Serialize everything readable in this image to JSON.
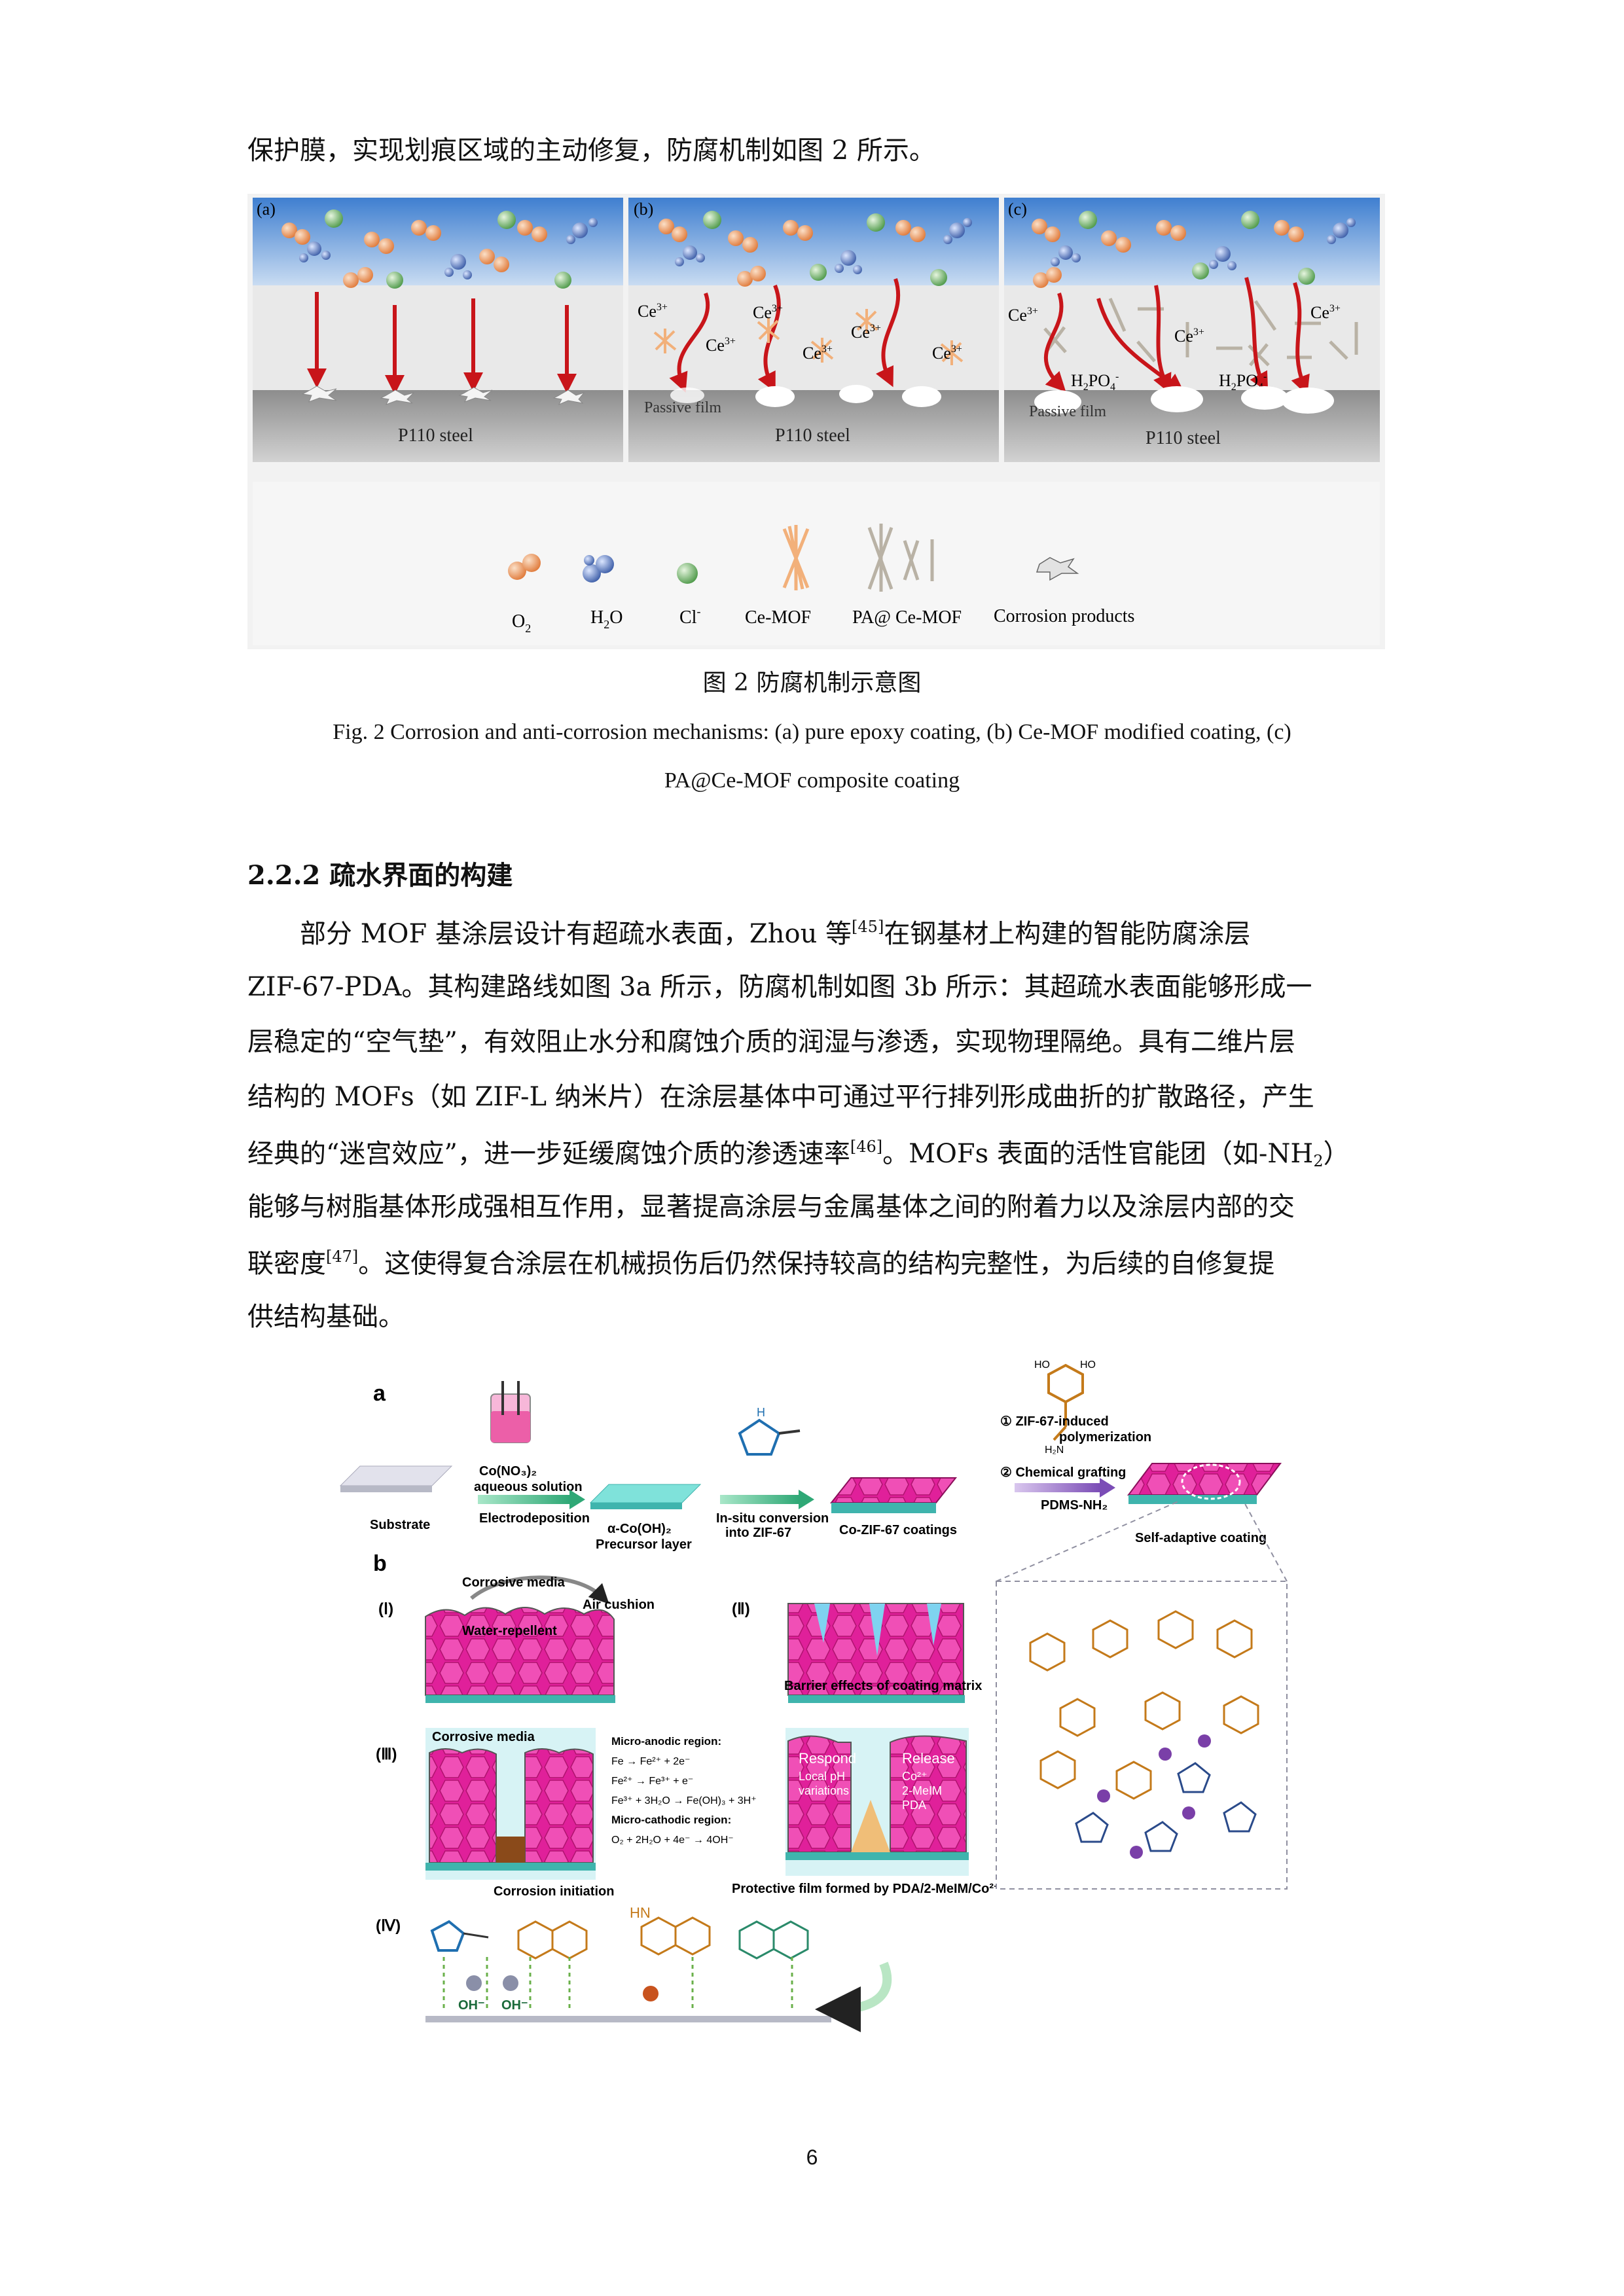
{
  "para_top": {
    "line1": "保护膜，实现划痕区域的主动修复，防腐机制如图 2 所示。"
  },
  "fig2": {
    "panel_a_label": "(a)",
    "panel_b_label": "(b)",
    "panel_c_label": "(c)",
    "steel_label": "P110 steel",
    "passive_film": "Passive film",
    "ce3": "Ce",
    "ce3_sup": "3+",
    "h2po4": "H",
    "h2po4_sub1": "2",
    "h2po4_mid": "PO",
    "h2po4_sub2": "4",
    "h2po4_sup": "-",
    "legend": {
      "o2": "O",
      "o2_sub": "2",
      "h2o": "H",
      "h2o_sub": "2",
      "h2o_tail": "O",
      "cl": "Cl",
      "cl_sup": "-",
      "cemof": "Ce-MOF",
      "pacemof": "PA@ Ce-MOF",
      "corrosion": "Corrosion products"
    },
    "caption_cn": "图 2  防腐机制示意图",
    "caption_en_1": "Fig. 2 Corrosion and anti-corrosion mechanisms: (a) pure epoxy coating, (b) Ce-MOF modified coating, (c)",
    "caption_en_2": "PA@Ce-MOF composite coating"
  },
  "section": {
    "heading": "2.2.2 疏水界面的构建"
  },
  "para": {
    "l1a": "部分 MOF 基涂层设计有超疏水表面，Zhou 等",
    "l1ref": "[45]",
    "l1b": "在钢基材上构建的智能防腐涂层",
    "l2": "ZIF-67-PDA。其构建路线如图 3a 所示，防腐机制如图 3b 所示：其超疏水表面能够形成一",
    "l3": "层稳定的“空气垫”，有效阻止水分和腐蚀介质的润湿与渗透，实现物理隔绝。具有二维片层",
    "l4": "结构的 MOFs（如 ZIF-L 纳米片）在涂层基体中可通过平行排列形成曲折的扩散路径，产生",
    "l5a": "经典的“迷宫效应”，进一步延缓腐蚀介质的渗透速率",
    "l5ref": "[46]",
    "l5b": "。MOFs 表面的活性官能团（如-NH",
    "l5sub": "2",
    "l5c": "）",
    "l6": "能够与树脂基体形成强相互作用，显著提高涂层与金属基体之间的附着力以及涂层内部的交",
    "l7a": "联密度",
    "l7ref": "[47]",
    "l7b": "。这使得复合涂层在机械损伤后仍然保持较高的结构完整性，为后续的自修复提",
    "l8": "供结构基础。"
  },
  "fig3": {
    "a": "a",
    "b": "b",
    "substrate": "Substrate",
    "coNo3": "Co(NO₃)₂",
    "aqueous": "aqueous solution",
    "electrodep": "Electrodeposition",
    "acooh": "α-Co(OH)₂",
    "precursor": "Precursor layer",
    "insitu1": "In-situ conversion",
    "insitu2": "into ZIF-67",
    "cozif": "Co-ZIF-67 coatings",
    "step1": "① ZIF-67-induced",
    "step1b": "polymerization",
    "step2": "② Chemical grafting",
    "step2b": "PDMS-NH₂",
    "selfadaptive": "Self-adaptive coating",
    "roman1": "(Ⅰ)",
    "roman2": "(Ⅱ)",
    "roman3": "(Ⅲ)",
    "roman4": "(Ⅳ)",
    "corrosive_media": "Corrosive media",
    "air_cushion": "Air cushion",
    "water_repellent": "Water-repellent",
    "barrier": "Barrier effects of coating matrix",
    "corrosive_media2": "Corrosive media",
    "anodic": "Micro-anodic region:",
    "eq1": "Fe → Fe²⁺ + 2e⁻",
    "eq2": "Fe²⁺ → Fe³⁺ + e⁻",
    "eq3": "Fe³⁺ + 3H₂O → Fe(OH)₃ + 3H⁺",
    "cathodic": "Micro-cathodic region:",
    "eq4": "O₂ + 2H₂O + 4e⁻ → 4OH⁻",
    "corrosion_init": "Corrosion initiation",
    "respond": "Respond",
    "local_ph": "Local pH",
    "variations": "variations",
    "release": "Release",
    "co2": "Co²⁺",
    "melm": "2-MeIM",
    "pda": "PDA",
    "protective": "Protective film formed by PDA/2-MeIM/Co²⁺",
    "oh": "OH⁻",
    "hn": "HN",
    "ho": "HO",
    "h2n": "H₂N"
  },
  "page_number": "6"
}
